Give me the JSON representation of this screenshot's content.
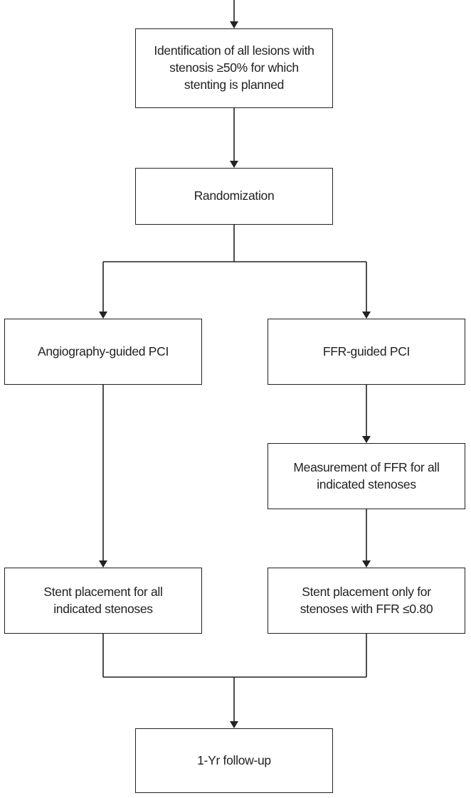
{
  "colors": {
    "line": "#222222",
    "box_border": "#222222",
    "text": "#222222",
    "background": "#ffffff"
  },
  "nodes": {
    "identification": "Identification of all lesions with\nstenosis ≥50% for which\nstenting is planned",
    "randomization": "Randomization",
    "angiography_pci": "Angiography-guided PCI",
    "ffr_pci": "FFR-guided PCI",
    "measurement": "Measurement of FFR for all\nindicated stenoses",
    "stent_all": "Stent placement for all\nindicated stenoses",
    "stent_ffr": "Stent placement only for\nstenoses with FFR ≤0.80",
    "followup": "1-Yr follow-up"
  }
}
